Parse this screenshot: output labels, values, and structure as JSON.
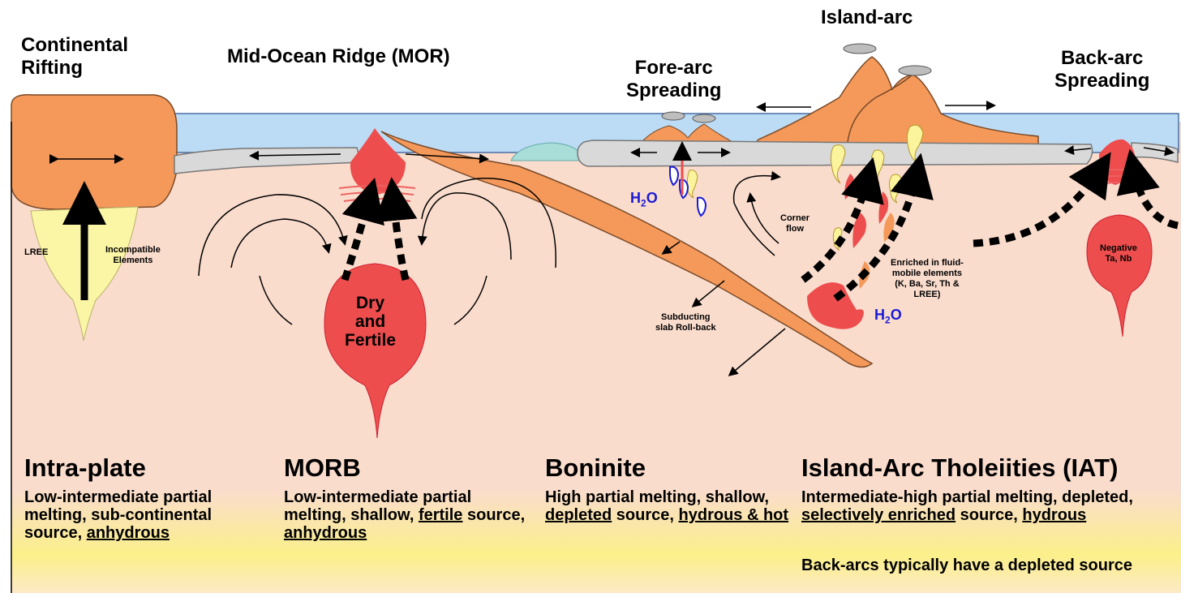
{
  "labels": {
    "continental_rifting": [
      "Continental",
      "Rifting"
    ],
    "mor": "Mid-Ocean Ridge (MOR)",
    "fore_arc": [
      "Fore-arc",
      "Spreading"
    ],
    "island_arc": "Island-arc",
    "back_arc": [
      "Back-arc",
      "Spreading"
    ],
    "lree": "LREE",
    "incompatible": [
      "Incompatible",
      "Elements"
    ],
    "dry_fertile": [
      "Dry",
      "and",
      "Fertile"
    ],
    "h2o": "H",
    "h2o_sub": "2",
    "h2o_tail": "O",
    "corner_flow": [
      "Corner",
      "flow"
    ],
    "subducting": [
      "Subducting",
      "slab Roll-back"
    ],
    "enriched": [
      "Enriched in fluid-",
      "mobile elements",
      "(K, Ba, Sr, Th &",
      "LREE)"
    ],
    "negative": [
      "Negative",
      "Ta, Nb"
    ]
  },
  "columns": [
    {
      "title": "Intra-plate",
      "desc_parts": [
        "Low-intermediate partial melting, sub-continental source, ",
        "anhydrous",
        ""
      ]
    },
    {
      "title": "MORB",
      "desc_parts": [
        "Low-intermediate partial melting, shallow, ",
        "fertile",
        " source, ",
        "anhydrous",
        ""
      ]
    },
    {
      "title": "Boninite",
      "desc_parts": [
        "High partial melting, shallow, ",
        "depleted",
        " source, ",
        "hydrous & hot",
        ""
      ]
    },
    {
      "title": "Island-Arc Tholeiities (IAT)",
      "desc_parts": [
        "Intermediate-high partial melting, depleted, ",
        "selectively enriched",
        " source, ",
        "hydrous",
        ""
      ],
      "note": "Back-arcs typically have  a depleted source"
    }
  ],
  "colors": {
    "mantle": "#fadccd",
    "ocean": "#bcdcf5",
    "continent": "#f4995a",
    "crust": "#d9d9d9",
    "magma": "#ee4d4d",
    "lree_plume": "#faf6a6",
    "fluid": "#fbf49c",
    "water": "#1a1ad6",
    "band": "#fbf184"
  }
}
